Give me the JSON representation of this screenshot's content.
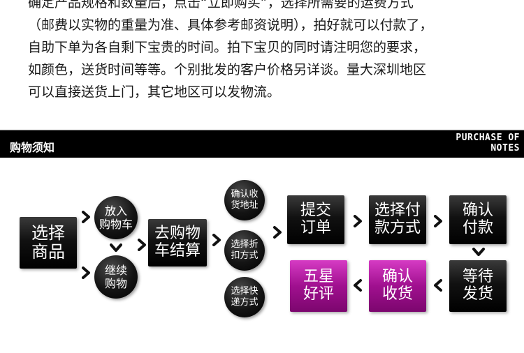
{
  "intro": {
    "line0": "确定产品规格和数量后，点击“立即购买”，选择所需要的运费方式",
    "line1": "（邮费以实物的重量为准、具体参考邮资说明），拍好就可以付款了，",
    "line2": "自助下单为各自剩下宝贵的时间。拍下宝贝的同时请注明您的要求，",
    "line3": "如颜色，送货时间等等。个别批发的客户价格另详谈。量大深圳地区",
    "line4": "可以直接送货上门，其它地区可以发物流。"
  },
  "notes": {
    "title_cn": "购物须知",
    "title_en_line1": "PURCHASE OF",
    "title_en_line2": "NOTES"
  },
  "flow": {
    "select_product": "选择\n商品",
    "add_cart": "放入\n购物车",
    "continue_shopping": "继续\n购物",
    "checkout": "去购物\n车结算",
    "confirm_address": "确认收\n货地址",
    "choose_discount": "选择折\n扣方式",
    "choose_delivery": "选择快\n递方式",
    "submit_order": "提交\n订单",
    "choose_payment": "选择付\n款方式",
    "confirm_payment": "确认\n付款",
    "wait_shipping": "等待\n发货",
    "confirm_receipt": "确认\n收货",
    "five_star": "五星\n好评"
  },
  "colors": {
    "box_black": "#000000",
    "box_pink": "#a0108f",
    "arrow": "#111111"
  },
  "icons": {
    "right": "chevron-right-icon",
    "down": "chevron-down-icon",
    "left": "chevron-left-icon"
  }
}
